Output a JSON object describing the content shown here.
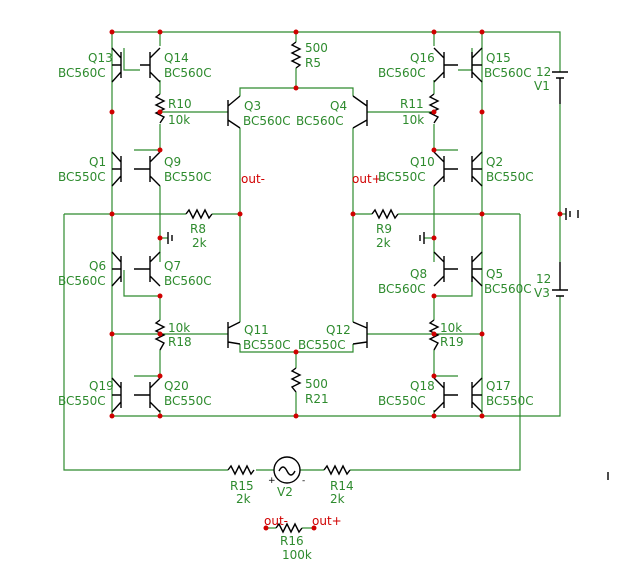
{
  "components": {
    "Q13": {
      "name": "Q13",
      "model": "BC560C"
    },
    "Q14": {
      "name": "Q14",
      "model": "BC560C"
    },
    "Q1": {
      "name": "Q1",
      "model": "BC550C"
    },
    "Q9": {
      "name": "Q9",
      "model": "BC550C"
    },
    "Q6": {
      "name": "Q6",
      "model": "BC560C"
    },
    "Q7": {
      "name": "Q7",
      "model": "BC560C"
    },
    "Q19": {
      "name": "Q19",
      "model": "BC550C"
    },
    "Q20": {
      "name": "Q20",
      "model": "BC550C"
    },
    "Q3": {
      "name": "Q3",
      "model": "BC560C"
    },
    "Q4": {
      "name": "Q4",
      "model": "BC560C"
    },
    "Q11": {
      "name": "Q11",
      "model": "BC550C"
    },
    "Q12": {
      "name": "Q12",
      "model": "BC550C"
    },
    "Q16": {
      "name": "Q16",
      "model": "BC560C"
    },
    "Q15": {
      "name": "Q15",
      "model": "BC560C"
    },
    "Q10": {
      "name": "Q10",
      "model": "BC550C"
    },
    "Q2": {
      "name": "Q2",
      "model": "BC550C"
    },
    "Q8": {
      "name": "Q8",
      "model": "BC560C"
    },
    "Q5": {
      "name": "Q5",
      "model": "BC560C"
    },
    "Q18": {
      "name": "Q18",
      "model": "BC550C"
    },
    "Q17": {
      "name": "Q17",
      "model": "BC550C"
    },
    "R5": {
      "name": "R5",
      "value": "500"
    },
    "R21": {
      "name": "R21",
      "value": "500"
    },
    "R10": {
      "name": "R10",
      "value": "10k"
    },
    "R11": {
      "name": "R11",
      "value": "10k"
    },
    "R18": {
      "name": "R18",
      "value": "10k"
    },
    "R19": {
      "name": "R19",
      "value": "10k"
    },
    "R8": {
      "name": "R8",
      "value": "2k"
    },
    "R9": {
      "name": "R9",
      "value": "2k"
    },
    "R15": {
      "name": "R15",
      "value": "2k"
    },
    "R14": {
      "name": "R14",
      "value": "2k"
    },
    "R16": {
      "name": "R16",
      "value": "100k"
    },
    "V1": {
      "name": "V1",
      "value": "12"
    },
    "V3": {
      "name": "V3",
      "value": "12"
    },
    "V2": {
      "name": "V2"
    }
  },
  "nets": {
    "out_minus": "out-",
    "out_plus": "out+",
    "plus_sign": "+",
    "minus_sign": "-"
  }
}
